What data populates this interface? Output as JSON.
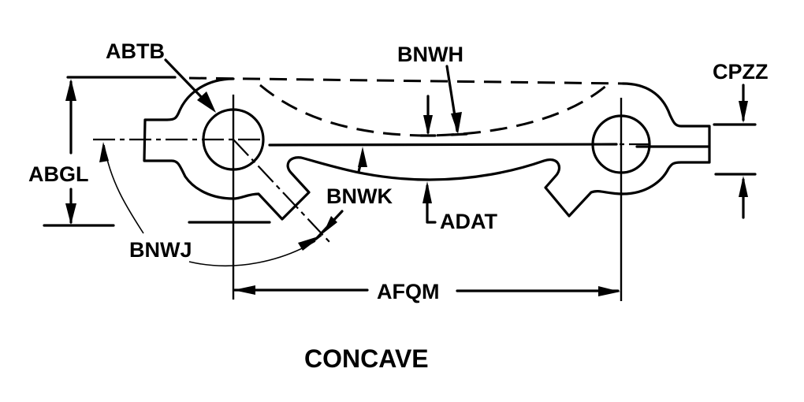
{
  "diagram": {
    "title": "CONCAVE",
    "colors": {
      "line": "#000000",
      "background": "#ffffff"
    },
    "labels": {
      "abtb": "ABTB",
      "bnwh": "BNWH",
      "cpzz": "CPZZ",
      "abgl": "ABGL",
      "bnwk": "BNWK",
      "adat": "ADAT",
      "bnwj": "BNWJ",
      "afqm": "AFQM"
    }
  }
}
